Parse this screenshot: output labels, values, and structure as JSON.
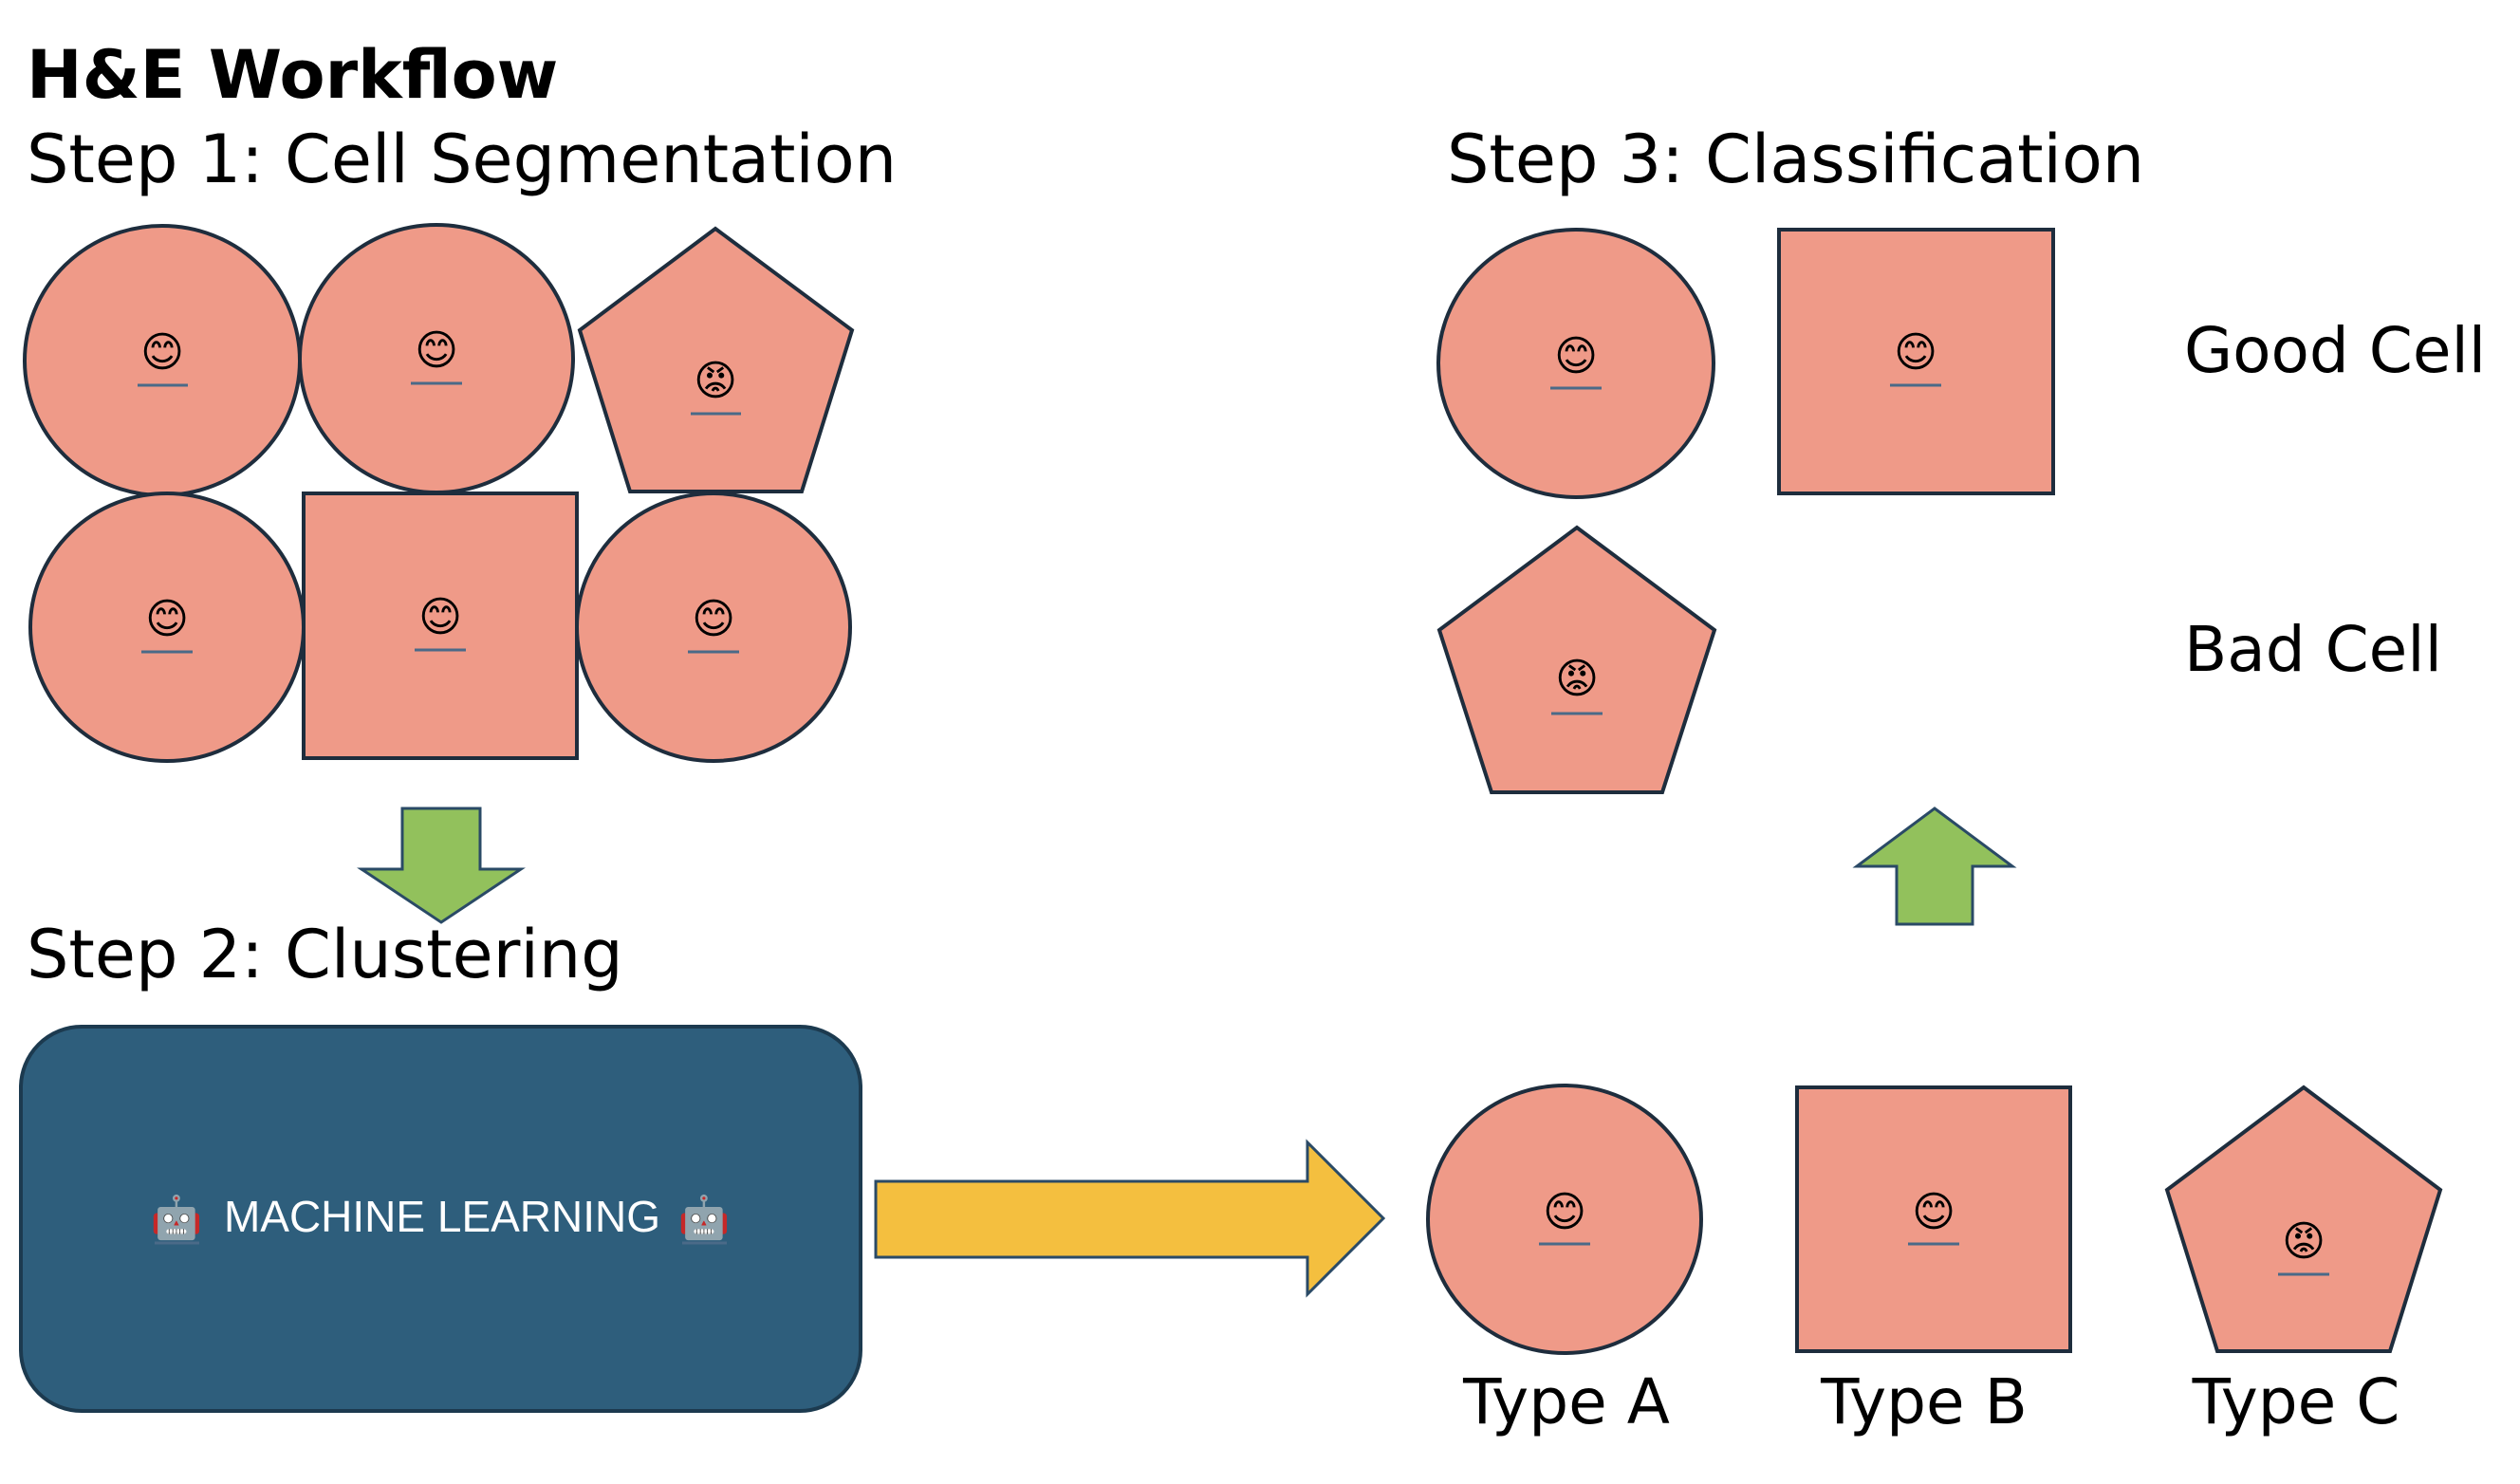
{
  "title": "H&E Workflow",
  "steps": {
    "step1": "Step 1: Cell Segmentation",
    "step2": "Step 2: Clustering",
    "step3": "Step 3: Classification"
  },
  "ml_box": {
    "label": "MACHINE LEARNING",
    "icon_left": "robot-icon",
    "icon_right": "robot-icon"
  },
  "classification_rows": [
    "Good Cell",
    "Bad Cell"
  ],
  "cluster_types": [
    "Type A",
    "Type B",
    "Type C"
  ],
  "cells": {
    "segmentation": [
      {
        "shape": "circle",
        "mood": "happy"
      },
      {
        "shape": "circle",
        "mood": "happy"
      },
      {
        "shape": "pentagon",
        "mood": "angry"
      },
      {
        "shape": "circle",
        "mood": "happy"
      },
      {
        "shape": "square",
        "mood": "happy"
      },
      {
        "shape": "circle",
        "mood": "happy"
      }
    ],
    "classification": [
      {
        "shape": "circle",
        "mood": "happy"
      },
      {
        "shape": "square",
        "mood": "happy"
      },
      {
        "shape": "pentagon",
        "mood": "angry"
      }
    ],
    "clusters": [
      {
        "shape": "circle",
        "mood": "happy"
      },
      {
        "shape": "square",
        "mood": "happy"
      },
      {
        "shape": "pentagon",
        "mood": "angry"
      }
    ]
  },
  "emoji": {
    "happy": "😊",
    "angry": "😡"
  },
  "colors": {
    "cell_fill": "#ef9a88",
    "cell_stroke": "#1e2d3d",
    "ml_box": "#2e5e7c",
    "arrow_green": "#92c15c",
    "arrow_yellow": "#f4bf3f"
  }
}
